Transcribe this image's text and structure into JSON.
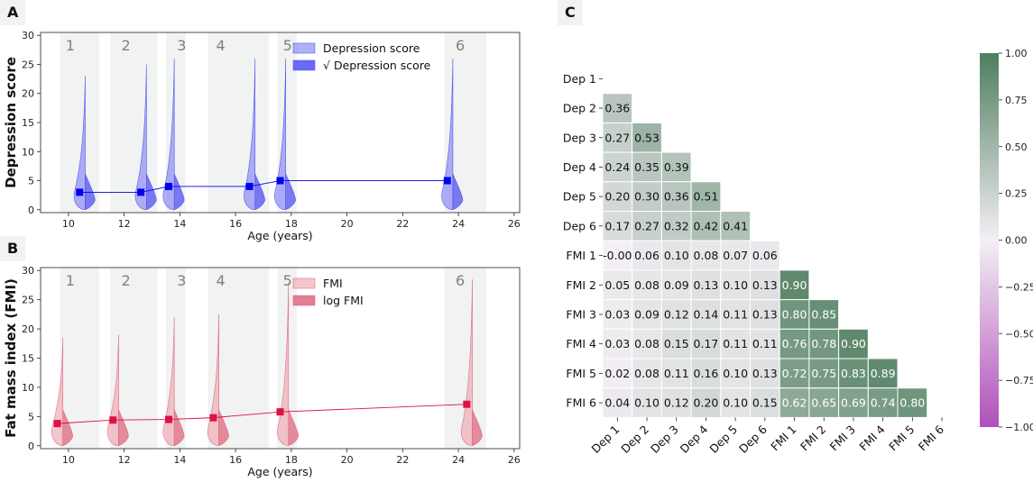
{
  "panels": {
    "a": "A",
    "b": "B",
    "c": "C"
  },
  "chart_data": [
    {
      "type": "violin-line",
      "id": "A",
      "xlabel": "Age (years)",
      "ylabel": "Depression score",
      "xlim": [
        9,
        26.2
      ],
      "ylim": [
        -0.5,
        30.5
      ],
      "xticks": [
        10,
        12,
        14,
        16,
        18,
        20,
        22,
        24,
        26
      ],
      "yticks": [
        0,
        5,
        10,
        15,
        20,
        25,
        30
      ],
      "bands": [
        [
          9.7,
          11.1
        ],
        [
          11.5,
          13.2
        ],
        [
          13.5,
          14.2
        ],
        [
          15.0,
          17.2
        ],
        [
          17.5,
          18.2
        ],
        [
          23.5,
          25.0
        ]
      ],
      "wave_labels": [
        {
          "x": 9.9,
          "text": "1"
        },
        {
          "x": 11.9,
          "text": "2"
        },
        {
          "x": 13.9,
          "text": "3"
        },
        {
          "x": 15.3,
          "text": "4"
        },
        {
          "x": 17.7,
          "text": "5"
        },
        {
          "x": 23.9,
          "text": "6"
        }
      ],
      "violins": [
        {
          "x": 10.6,
          "max": 23
        },
        {
          "x": 12.8,
          "max": 25
        },
        {
          "x": 13.8,
          "max": 26
        },
        {
          "x": 16.7,
          "max": 26
        },
        {
          "x": 17.8,
          "max": 26
        },
        {
          "x": 23.8,
          "max": 26
        }
      ],
      "median_line": {
        "x": [
          10.4,
          12.6,
          13.6,
          16.5,
          17.6,
          23.6
        ],
        "y": [
          3,
          3,
          4,
          4,
          5,
          5
        ]
      },
      "colors": {
        "violin": "#7b7bf5",
        "violin_dark": "#5a5af0",
        "marker": "#0000ee"
      },
      "legend": [
        "Depression score",
        "√ Depression score"
      ]
    },
    {
      "type": "violin-line",
      "id": "B",
      "xlabel": "Age (years)",
      "ylabel": "Fat mass index (FMI)",
      "xlim": [
        9,
        26.2
      ],
      "ylim": [
        -0.5,
        30.5
      ],
      "xticks": [
        10,
        12,
        14,
        16,
        18,
        20,
        22,
        24,
        26
      ],
      "yticks": [
        0,
        5,
        10,
        15,
        20,
        25,
        30
      ],
      "bands": [
        [
          9.7,
          11.1
        ],
        [
          11.5,
          13.2
        ],
        [
          13.5,
          14.2
        ],
        [
          15.0,
          17.2
        ],
        [
          17.5,
          18.2
        ],
        [
          23.5,
          25.0
        ]
      ],
      "wave_labels": [
        {
          "x": 9.9,
          "text": "1"
        },
        {
          "x": 11.9,
          "text": "2"
        },
        {
          "x": 13.9,
          "text": "3"
        },
        {
          "x": 15.3,
          "text": "4"
        },
        {
          "x": 17.7,
          "text": "5"
        },
        {
          "x": 23.9,
          "text": "6"
        }
      ],
      "violins": [
        {
          "x": 9.8,
          "max": 18.5
        },
        {
          "x": 11.8,
          "max": 19
        },
        {
          "x": 13.8,
          "max": 22
        },
        {
          "x": 15.4,
          "max": 22.5
        },
        {
          "x": 17.9,
          "max": 28
        },
        {
          "x": 24.5,
          "max": 28.5
        }
      ],
      "median_line": {
        "x": [
          9.6,
          11.6,
          13.6,
          15.2,
          17.6,
          24.3
        ],
        "y": [
          3.8,
          4.4,
          4.5,
          4.8,
          5.8,
          7.1
        ]
      },
      "colors": {
        "violin": "#f0a0ae",
        "violin_dark": "#e06f85",
        "marker": "#dd1144"
      },
      "legend": [
        "FMI",
        "log FMI"
      ]
    },
    {
      "type": "heatmap",
      "id": "C",
      "labels": [
        "Dep 1",
        "Dep 2",
        "Dep 3",
        "Dep 4",
        "Dep 5",
        "Dep 6",
        "FMI 1",
        "FMI 2",
        "FMI 3",
        "FMI 4",
        "FMI 5",
        "FMI 6"
      ],
      "lower_triangle": [
        [],
        [
          "0.36"
        ],
        [
          "0.27",
          "0.53"
        ],
        [
          "0.24",
          "0.35",
          "0.39"
        ],
        [
          "0.20",
          "0.30",
          "0.36",
          "0.51"
        ],
        [
          "0.17",
          "0.27",
          "0.32",
          "0.42",
          "0.41"
        ],
        [
          "-0.00",
          "0.06",
          "0.10",
          "0.08",
          "0.07",
          "0.06"
        ],
        [
          "0.05",
          "0.08",
          "0.09",
          "0.13",
          "0.10",
          "0.13",
          "0.90"
        ],
        [
          "0.03",
          "0.09",
          "0.12",
          "0.14",
          "0.11",
          "0.13",
          "0.80",
          "0.85"
        ],
        [
          "0.03",
          "0.08",
          "0.15",
          "0.17",
          "0.11",
          "0.11",
          "0.76",
          "0.78",
          "0.90"
        ],
        [
          "0.02",
          "0.08",
          "0.11",
          "0.16",
          "0.10",
          "0.13",
          "0.72",
          "0.75",
          "0.83",
          "0.89"
        ],
        [
          "0.04",
          "0.10",
          "0.12",
          "0.20",
          "0.10",
          "0.15",
          "0.62",
          "0.65",
          "0.69",
          "0.74",
          "0.80"
        ]
      ],
      "vmin": -1,
      "vmax": 1,
      "colorbar_ticks": [
        "1.00",
        "0.75",
        "0.50",
        "0.25",
        "0.00",
        "−0.25",
        "−0.50",
        "−0.75",
        "−1.00"
      ],
      "colors": {
        "neg": "#b050bb",
        "mid": "#f4eff5",
        "pos": "#4e7e5e"
      }
    }
  ]
}
